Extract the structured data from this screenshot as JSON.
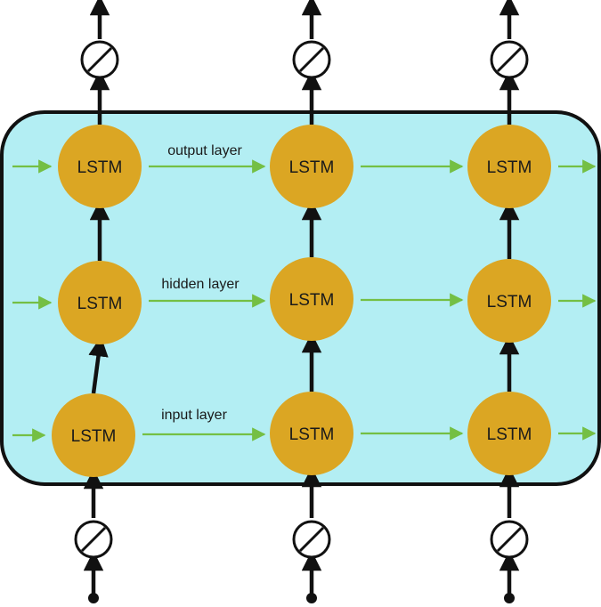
{
  "diagram": {
    "node_text": "LSTM",
    "layers": [
      {
        "label": "output layer"
      },
      {
        "label": "hidden layer"
      },
      {
        "label": "input layer"
      }
    ],
    "column_count": 3,
    "colors": {
      "panel_fill": "#b3eef3",
      "panel_stroke": "#111111",
      "node_fill": "#dba623",
      "recurrent_arrow": "#74bf44",
      "vertical_arrow": "#111111"
    },
    "icons": {
      "gate": "empty-set-icon"
    }
  }
}
